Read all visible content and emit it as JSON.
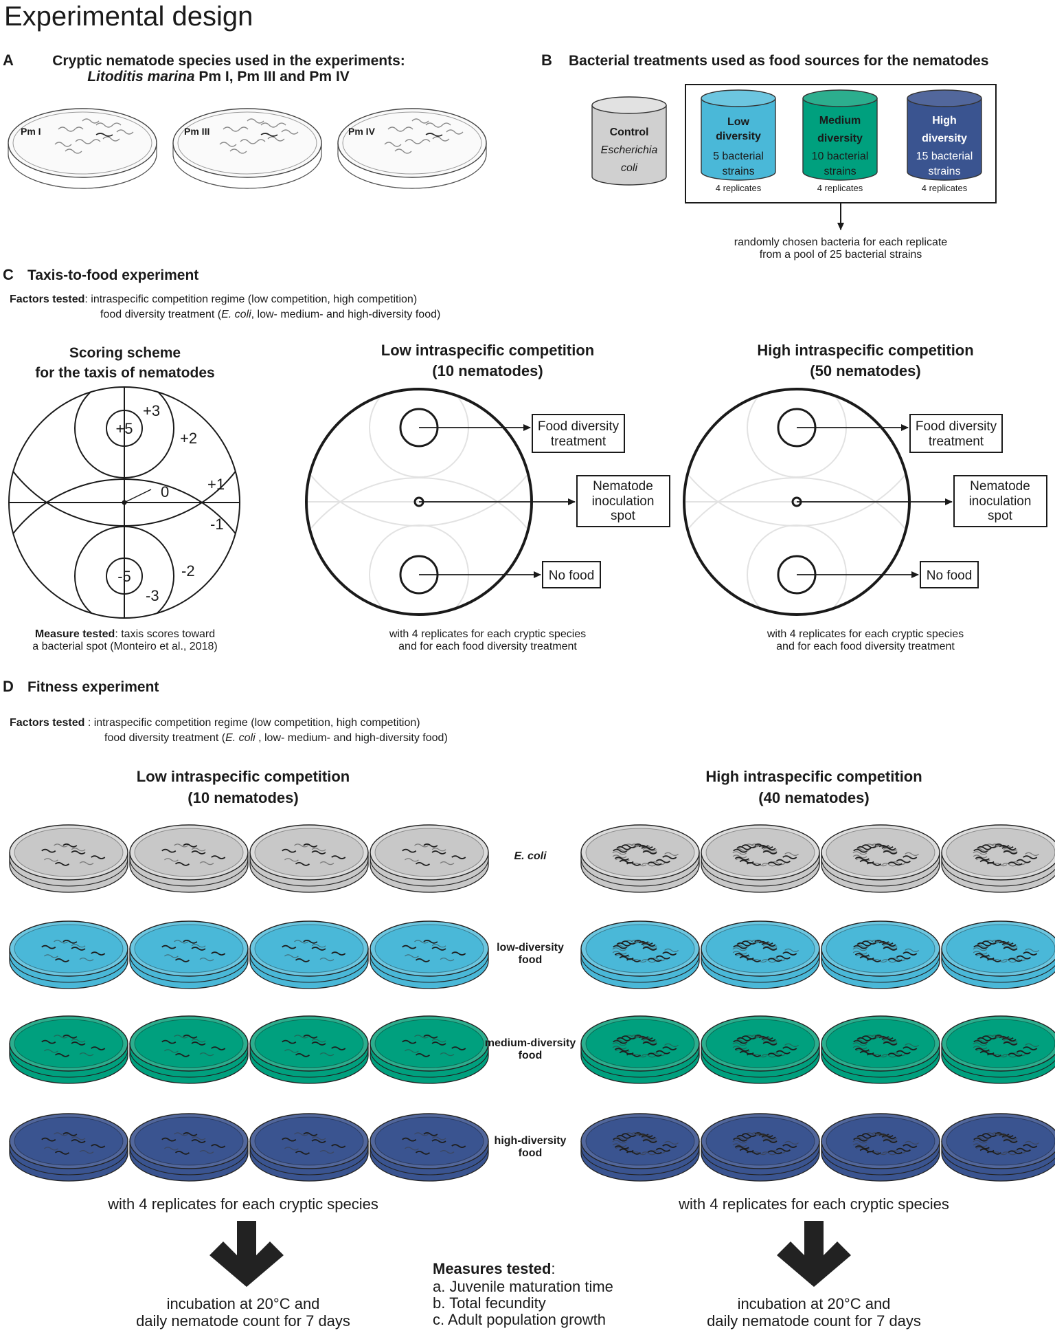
{
  "title": "Experimental design",
  "sections": {
    "a": {
      "letter": "A",
      "title_line1": "Cryptic nematode species used in the experiments:",
      "title_line2_species": "Litoditis marina",
      "title_line2_rest": "Pm I, Pm III and Pm IV",
      "dishes": [
        "Pm I",
        "Pm III",
        "Pm IV"
      ]
    },
    "b": {
      "letter": "B",
      "title": "Bacterial treatments used as food sources for the nematodes",
      "control": {
        "label": "Control",
        "organism_line1": "Escherichia",
        "organism_line2": "coli"
      },
      "treatments": [
        {
          "line1": "Low",
          "line2": "diversity",
          "strains1": "5 bacterial",
          "strains2": "strains",
          "replicates": "4 replicates",
          "color": "#4ab8d8"
        },
        {
          "line1": "Medium",
          "line2": "diversity",
          "strains1": "10 bacterial",
          "strains2": "strains",
          "replicates": "4 replicates",
          "color": "#00a07e"
        },
        {
          "line1": "High",
          "line2": "diversity",
          "strains1": "15 bacterial",
          "strains2": "strains",
          "replicates": "4 replicates",
          "color": "#3a5490"
        }
      ],
      "note_line1": "randomly chosen bacteria for each replicate",
      "note_line2": "from a pool of 25 bacterial strains"
    },
    "c": {
      "letter": "C",
      "title": "Taxis-to-food experiment",
      "factors_label": "Factors tested",
      "factors_line1": ": intraspecific competition regime (low competition, high competition)",
      "factors_line2_pre": "food diversity treatment (",
      "factors_line2_italic": "E. coli",
      "factors_line2_post": ", low- medium- and high-diversity food)",
      "scoring_title1": "Scoring scheme",
      "scoring_title2": "for the taxis of nematodes",
      "scores": {
        "p5": "+5",
        "p3": "+3",
        "p2": "+2",
        "p1": "+1",
        "zero": "0",
        "m1": "-1",
        "m2": "-2",
        "m3": "-3",
        "m5": "-5"
      },
      "measure_label": "Measure tested",
      "measure_line1": ": taxis scores toward",
      "measure_line2": "a bacterial spot (Monteiro et al., 2018)",
      "low": {
        "title1": "Low intraspecific competition",
        "title2": "(10 nematodes)"
      },
      "high": {
        "title1": "High intraspecific competition",
        "title2": "(50 nematodes)"
      },
      "food_label1": "Food diversity",
      "food_label2": "treatment",
      "inoc_label1": "Nematode",
      "inoc_label2": "inoculation",
      "inoc_label3": "spot",
      "nofood_label": "No food",
      "replicates_line1": "with 4 replicates for each cryptic species",
      "replicates_line2": "and for each food diversity treatment"
    },
    "d": {
      "letter": "D",
      "title": "Fitness experiment",
      "factors_label": "Factors tested",
      "factors_line1": " : intraspecific competition regime (low competition, high competition)",
      "factors_line2_pre": "food diversity treatment (",
      "factors_line2_italic": "E. coli",
      "factors_line2_post": " , low- medium- and high-diversity food)",
      "low": {
        "title1": "Low intraspecific competition",
        "title2": "(10 nematodes)"
      },
      "high": {
        "title1": "High intraspecific competition",
        "title2": "(40 nematodes)"
      },
      "rows": [
        {
          "label1": "E. coli",
          "label2": "",
          "color": "#c8c8c8",
          "rim": "#dcdcdc"
        },
        {
          "label1": "low-diversity",
          "label2": "food",
          "color": "#4ab8d8",
          "rim": "#6cc6e0"
        },
        {
          "label1": "medium-diversity",
          "label2": "food",
          "color": "#00a07e",
          "rim": "#2cae8e"
        },
        {
          "label1": "high-diversity",
          "label2": "food",
          "color": "#3a5490",
          "rim": "#52679c"
        }
      ],
      "replicates": "with 4 replicates for each cryptic species",
      "incubation_line1": "incubation at 20°C and",
      "incubation_line2": "daily nematode count for 7 days",
      "measures_title": "Measures tested",
      "measures": [
        "a. Juvenile maturation time",
        "b. Total fecundity",
        "c. Adult population growth"
      ]
    }
  }
}
